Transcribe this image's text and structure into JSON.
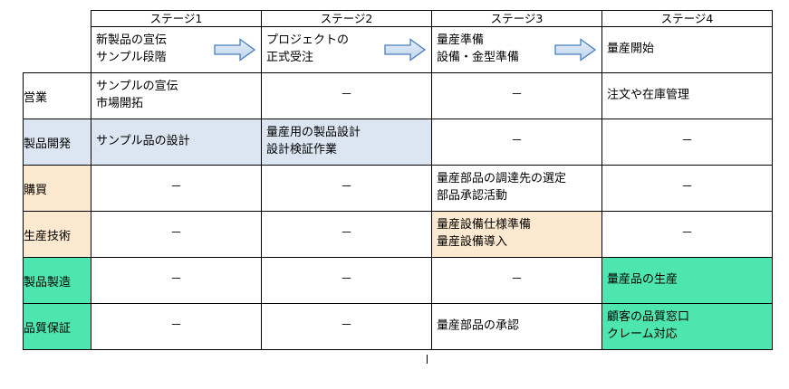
{
  "meta": {
    "kind": "stage-responsibility-matrix",
    "colors": {
      "stage1_header": "#dce6f2",
      "stage2_header": "#dce6f2",
      "stage3_header": "#fce9cf",
      "stage4_header": "#4ee6b0",
      "blue_fill": "#dce6f2",
      "orange_fill": "#fce9cf",
      "green_fill": "#4ee6b0",
      "grid_line": "#000000",
      "arrow_fill": "#c6d9ee",
      "arrow_border": "#4a7ebb"
    }
  },
  "columns": [
    {
      "id": "dept",
      "label": ""
    },
    {
      "id": "stage1",
      "label": "ステージ1",
      "header_fill": "#dce6f2"
    },
    {
      "id": "stage2",
      "label": "ステージ2",
      "header_fill": "#dce6f2"
    },
    {
      "id": "stage3",
      "label": "ステージ3",
      "header_fill": "#fce9cf"
    },
    {
      "id": "stage4",
      "label": "ステージ4",
      "header_fill": "#4ee6b0"
    }
  ],
  "summary": {
    "stage1": "新製品の宣伝\nサンプル段階",
    "stage2": "プロジェクトの\n正式受注",
    "stage3": "量産準備\n設備・金型準備",
    "stage4": "量産開始",
    "arrow_icon": "right-block-arrow-icon",
    "arrows_after": [
      "stage1",
      "stage2",
      "stage3"
    ]
  },
  "rows": [
    {
      "dept": "営業",
      "dept_fill": "white",
      "cells": [
        {
          "text": "サンプルの宣伝\n市場開拓",
          "fill": "white",
          "align": "left"
        },
        {
          "text": "－",
          "fill": "white",
          "align": "center"
        },
        {
          "text": "－",
          "fill": "white",
          "align": "center"
        },
        {
          "text": "注文や在庫管理",
          "fill": "white",
          "align": "left"
        }
      ]
    },
    {
      "dept": "製品開発",
      "dept_fill": "blue",
      "cells": [
        {
          "text": "サンプル品の設計",
          "fill": "blue",
          "align": "left"
        },
        {
          "text": "量産用の製品設計\n設計検証作業",
          "fill": "blue",
          "align": "left"
        },
        {
          "text": "－",
          "fill": "white",
          "align": "center"
        },
        {
          "text": "－",
          "fill": "white",
          "align": "center"
        }
      ]
    },
    {
      "dept": "購買",
      "dept_fill": "orange",
      "cells": [
        {
          "text": "－",
          "fill": "white",
          "align": "center"
        },
        {
          "text": "－",
          "fill": "white",
          "align": "center"
        },
        {
          "text": "量産部品の調達先の選定\n部品承認活動",
          "fill": "white",
          "align": "left"
        },
        {
          "text": "－",
          "fill": "white",
          "align": "center"
        }
      ]
    },
    {
      "dept": "生産技術",
      "dept_fill": "orange",
      "cells": [
        {
          "text": "－",
          "fill": "white",
          "align": "center"
        },
        {
          "text": "－",
          "fill": "white",
          "align": "center"
        },
        {
          "text": "量産設備仕様準備\n量産設備導入",
          "fill": "orange",
          "align": "left"
        },
        {
          "text": "－",
          "fill": "white",
          "align": "center"
        }
      ]
    },
    {
      "dept": "製品製造",
      "dept_fill": "green",
      "cells": [
        {
          "text": "－",
          "fill": "white",
          "align": "center"
        },
        {
          "text": "－",
          "fill": "white",
          "align": "center"
        },
        {
          "text": "－",
          "fill": "white",
          "align": "center"
        },
        {
          "text": "量産品の生産",
          "fill": "green",
          "align": "left"
        }
      ]
    },
    {
      "dept": "品質保証",
      "dept_fill": "green",
      "cells": [
        {
          "text": "－",
          "fill": "white",
          "align": "center"
        },
        {
          "text": "－",
          "fill": "white",
          "align": "center"
        },
        {
          "text": "量産部品の承認",
          "fill": "white",
          "align": "left"
        },
        {
          "text": "顧客の品質窓口\nクレーム対応",
          "fill": "green",
          "align": "left"
        }
      ]
    }
  ]
}
